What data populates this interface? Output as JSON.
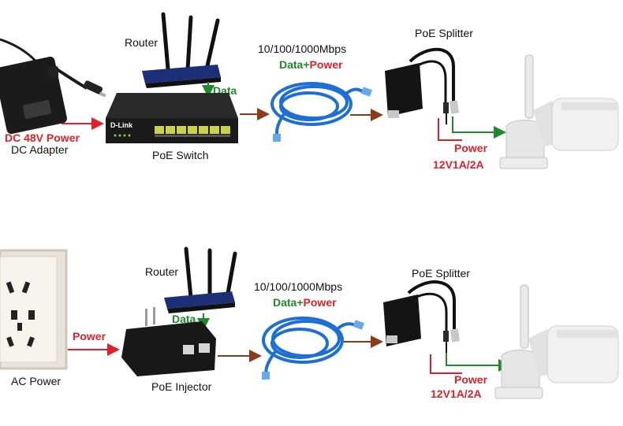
{
  "colors": {
    "red": "#e3202a",
    "green": "#1f8a2a",
    "black": "#111111",
    "cable_blue": "#1d6fd6",
    "device_black": "#1a1a1a",
    "camera_white": "#eeeeee",
    "outlet_frame": "#cfc6b8"
  },
  "top": {
    "router_label": "Router",
    "data_label": "Data",
    "speed_label": "10/100/1000Mbps",
    "data_word": "Data",
    "plus_word": "+",
    "power_word": "Power",
    "splitter_label": "PoE Splitter",
    "dc_power_label": "DC 48V Power",
    "dc_adapter_label": "DC Adapter",
    "switch_label": "PoE Switch",
    "switch_brand": "D-Link",
    "camera_power_label": "Power",
    "camera_voltage_label": "12V1A/2A"
  },
  "bottom": {
    "router_label": "Router",
    "data_label": "Data",
    "speed_label": "10/100/1000Mbps",
    "data_word": "Data",
    "plus_word": "+",
    "power_word": "Power",
    "splitter_label": "PoE Splitter",
    "power_arrow_label": "Power",
    "ac_power_label": "AC Power",
    "injector_label": "PoE Injector",
    "camera_power_label": "Power",
    "camera_voltage_label": "12V1A/2A"
  },
  "icons": {
    "router": "router-icon",
    "switch": "poe-switch-icon",
    "adapter": "dc-adapter-icon",
    "cable": "ethernet-cable-icon",
    "splitter": "poe-splitter-icon",
    "camera": "ip-camera-icon",
    "outlet": "ac-outlet-icon",
    "injector": "poe-injector-icon"
  }
}
